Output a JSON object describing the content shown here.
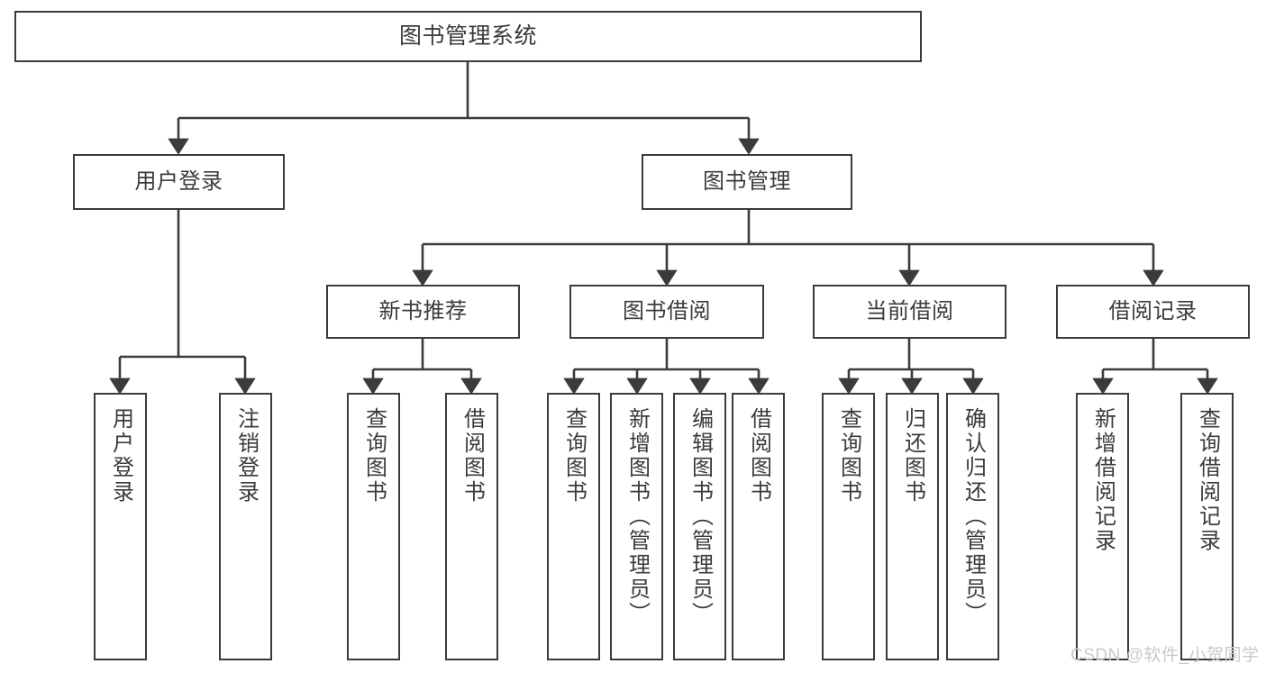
{
  "diagram": {
    "title": "图书管理系统",
    "type": "hierarchy-tree",
    "watermark": "CSDN @软件_小贺同学",
    "colors": {
      "stroke": "#3b3b3b",
      "fill": "#ffffff",
      "text": "#3b3b3b",
      "watermark": "#c9c9c9"
    },
    "levels": {
      "level0": "root",
      "level1": "modules",
      "level2": "sub-modules",
      "level3": "functions"
    }
  },
  "root": {
    "label": "图书管理系统"
  },
  "level1": [
    {
      "id": "user-login",
      "label": "用户登录"
    },
    {
      "id": "book-management",
      "label": "图书管理"
    }
  ],
  "level2": [
    {
      "id": "new-book-recommend",
      "label": "新书推荐",
      "parent": "book-management"
    },
    {
      "id": "book-borrow",
      "label": "图书借阅",
      "parent": "book-management"
    },
    {
      "id": "current-borrow",
      "label": "当前借阅",
      "parent": "book-management"
    },
    {
      "id": "borrow-record",
      "label": "借阅记录",
      "parent": "book-management"
    }
  ],
  "leaves": {
    "user_login": [
      {
        "id": "leaf-user-login",
        "label": "用户登录"
      },
      {
        "id": "leaf-logout-login",
        "label": "注销登录"
      }
    ],
    "new_book_recommend": [
      {
        "id": "leaf-query-book-1",
        "label": "查询图书"
      },
      {
        "id": "leaf-borrow-book-1",
        "label": "借阅图书"
      }
    ],
    "book_borrow": [
      {
        "id": "leaf-query-book-2",
        "label": "查询图书"
      },
      {
        "id": "leaf-add-book-admin",
        "label": "新增图书（管理员）"
      },
      {
        "id": "leaf-edit-book-admin",
        "label": "编辑图书（管理员）"
      },
      {
        "id": "leaf-borrow-book-2",
        "label": "借阅图书"
      }
    ],
    "current_borrow": [
      {
        "id": "leaf-query-book-3",
        "label": "查询图书"
      },
      {
        "id": "leaf-return-book",
        "label": "归还图书"
      },
      {
        "id": "leaf-confirm-return-admin",
        "label": "确认归还（管理员）"
      }
    ],
    "borrow_record": [
      {
        "id": "leaf-add-borrow-record",
        "label": "新增借阅记录"
      },
      {
        "id": "leaf-query-borrow-record",
        "label": "查询借阅记录"
      }
    ]
  }
}
